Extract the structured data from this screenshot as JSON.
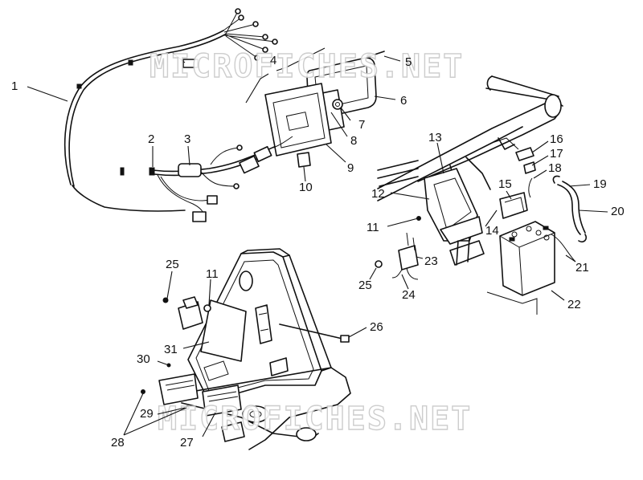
{
  "watermarks": [
    "MICROFICHES.NET",
    "MICROFICHES.NET"
  ],
  "callouts": [
    {
      "id": "c1",
      "label": "1"
    },
    {
      "id": "c2",
      "label": "2"
    },
    {
      "id": "c3",
      "label": "3"
    },
    {
      "id": "c4",
      "label": "4"
    },
    {
      "id": "c5",
      "label": "5"
    },
    {
      "id": "c6",
      "label": "6"
    },
    {
      "id": "c7",
      "label": "7"
    },
    {
      "id": "c8",
      "label": "8"
    },
    {
      "id": "c9",
      "label": "9"
    },
    {
      "id": "c10",
      "label": "10"
    },
    {
      "id": "c11a",
      "label": "11"
    },
    {
      "id": "c11b",
      "label": "11"
    },
    {
      "id": "c12",
      "label": "12"
    },
    {
      "id": "c13",
      "label": "13"
    },
    {
      "id": "c14",
      "label": "14"
    },
    {
      "id": "c15",
      "label": "15"
    },
    {
      "id": "c16",
      "label": "16"
    },
    {
      "id": "c17",
      "label": "17"
    },
    {
      "id": "c18",
      "label": "18"
    },
    {
      "id": "c19",
      "label": "19"
    },
    {
      "id": "c20",
      "label": "20"
    },
    {
      "id": "c21",
      "label": "21"
    },
    {
      "id": "c22",
      "label": "22"
    },
    {
      "id": "c23",
      "label": "23"
    },
    {
      "id": "c24",
      "label": "24"
    },
    {
      "id": "c25a",
      "label": "25"
    },
    {
      "id": "c25b",
      "label": "25"
    },
    {
      "id": "c26",
      "label": "26"
    },
    {
      "id": "c27",
      "label": "27"
    },
    {
      "id": "c28",
      "label": "28"
    },
    {
      "id": "c29",
      "label": "29"
    },
    {
      "id": "c30",
      "label": "30"
    },
    {
      "id": "c31",
      "label": "31"
    }
  ]
}
